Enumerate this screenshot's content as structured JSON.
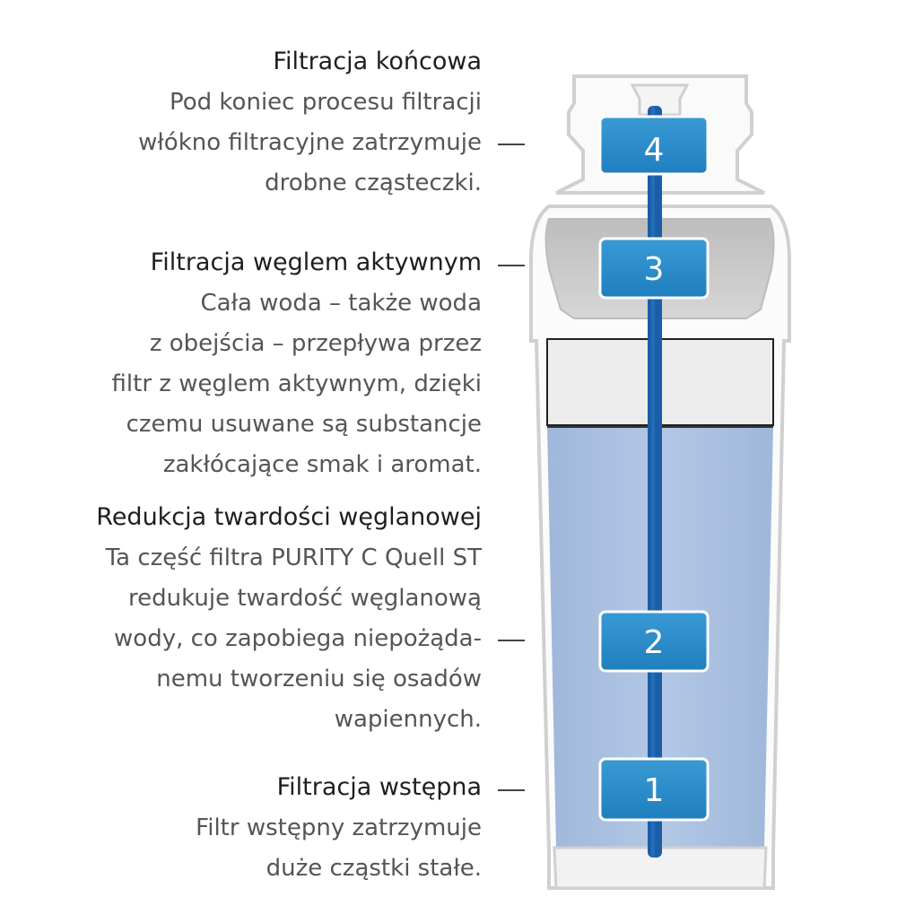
{
  "stages": [
    {
      "number": "4",
      "title": "Filtracja końcowa",
      "lines": [
        "Pod koniec procesu filtracji",
        "włókno filtracyjne zatrzymuje",
        "drobne cząsteczki."
      ]
    },
    {
      "number": "3",
      "title": "Filtracja węglem aktywnym",
      "lines": [
        "Cała woda – także woda",
        "z obejścia  – przepływa przez",
        "filtr z węglem aktywnym, dzięki",
        "czemu usuwane są substancje",
        "zakłócające smak i aromat."
      ]
    },
    {
      "number": "2",
      "title": "Redukcja twardości węglanowej",
      "lines": [
        "Ta część filtra PURITY C Quell ST",
        "redukuje twardość węglanową",
        "wody, co zapobiega niepożąda-",
        "nemu tworzeniu się osadów",
        "wapiennych."
      ]
    },
    {
      "number": "1",
      "title": "Filtracja wstępna",
      "lines": [
        "Filtr wstępny zatrzymuje",
        "duże cząstki stałe."
      ]
    }
  ],
  "colors": {
    "badge": "#2b8dc8",
    "tube": "#1a5ea8",
    "water": "#a6bedf",
    "carbon": "#c9c9c9",
    "outline": "#d4d4d4"
  }
}
